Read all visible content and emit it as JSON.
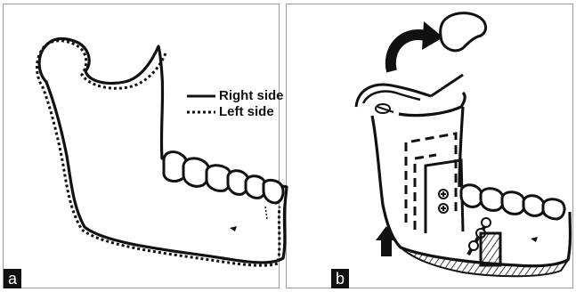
{
  "figure": {
    "panels": [
      {
        "label": "a"
      },
      {
        "label": "b"
      }
    ],
    "legend": {
      "right_side": "Right side",
      "left_side": "Left side"
    }
  }
}
